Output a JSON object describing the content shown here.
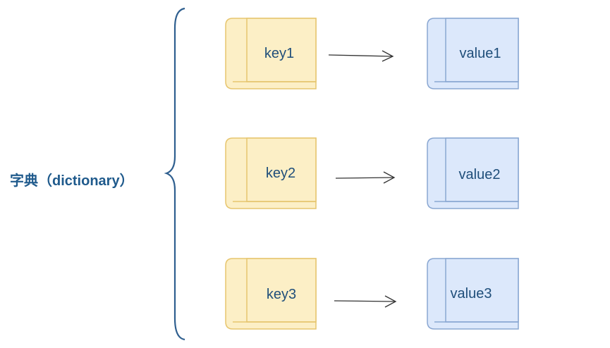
{
  "title": "字典（dictionary）",
  "colors": {
    "key_fill": "#fcefc6",
    "key_stroke": "#e6c56e",
    "value_fill": "#dce8fb",
    "value_stroke": "#8aa7d2",
    "brace": "#2f5f8f",
    "arrow": "#333333",
    "label_text": "#1f5a8c"
  },
  "pairs": [
    {
      "key": "key1",
      "value": "value1"
    },
    {
      "key": "key2",
      "value": "value2"
    },
    {
      "key": "key3",
      "value": "value3"
    }
  ]
}
